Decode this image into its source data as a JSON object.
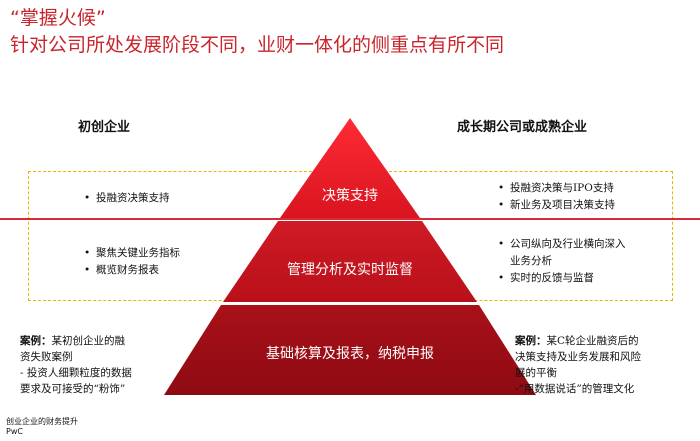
{
  "header": {
    "title_line1": "“掌握火候”",
    "title_line2": "针对公司所处发展阶段不同，业财一体化的侧重点有所不同"
  },
  "columns": {
    "left_heading": "初创企业",
    "right_heading": "成长期公司或成熟企业"
  },
  "pyramid": {
    "tiers": [
      {
        "label": "决策支持"
      },
      {
        "label": "管理分析及实时监督"
      },
      {
        "label": "基础核算及报表，纳税申报"
      }
    ]
  },
  "left_bullets": {
    "group1": [
      "投融资决策支持"
    ],
    "group2": [
      "聚焦关键业务指标",
      "概览财务报表"
    ]
  },
  "right_bullets": {
    "group1": [
      "投融资决策与IPO支持",
      "新业务及项目决策支持"
    ],
    "group2_item1_line1": "公司纵向及行业横向深入",
    "group2_item1_line2": "业务分析",
    "group2_item2": "实时的反馈与监督"
  },
  "case_left": {
    "label": "案例：",
    "line1_text": "某初创企业的融",
    "line2": "资失败案例",
    "line3": "- 投资人细颗粒度的数据",
    "line4": "要求及可接受的“粉饰”"
  },
  "case_right": {
    "label": "案例：",
    "line1_text": "某C轮企业融资后的",
    "line2": "决策支持及业务发展和风险",
    "line3": "展的平衡",
    "line4": "-“用数据说话”的管理文化"
  },
  "footer": {
    "line1": "创业企业的财务提升",
    "line2": "PwC"
  },
  "colors": {
    "title": "#c8262c",
    "tier_top": "#e02530",
    "tier_mid": "#c8141d",
    "tier_base": "#a8101a",
    "dotted_border": "#e8b500",
    "divider_line": "#d92a3a"
  }
}
